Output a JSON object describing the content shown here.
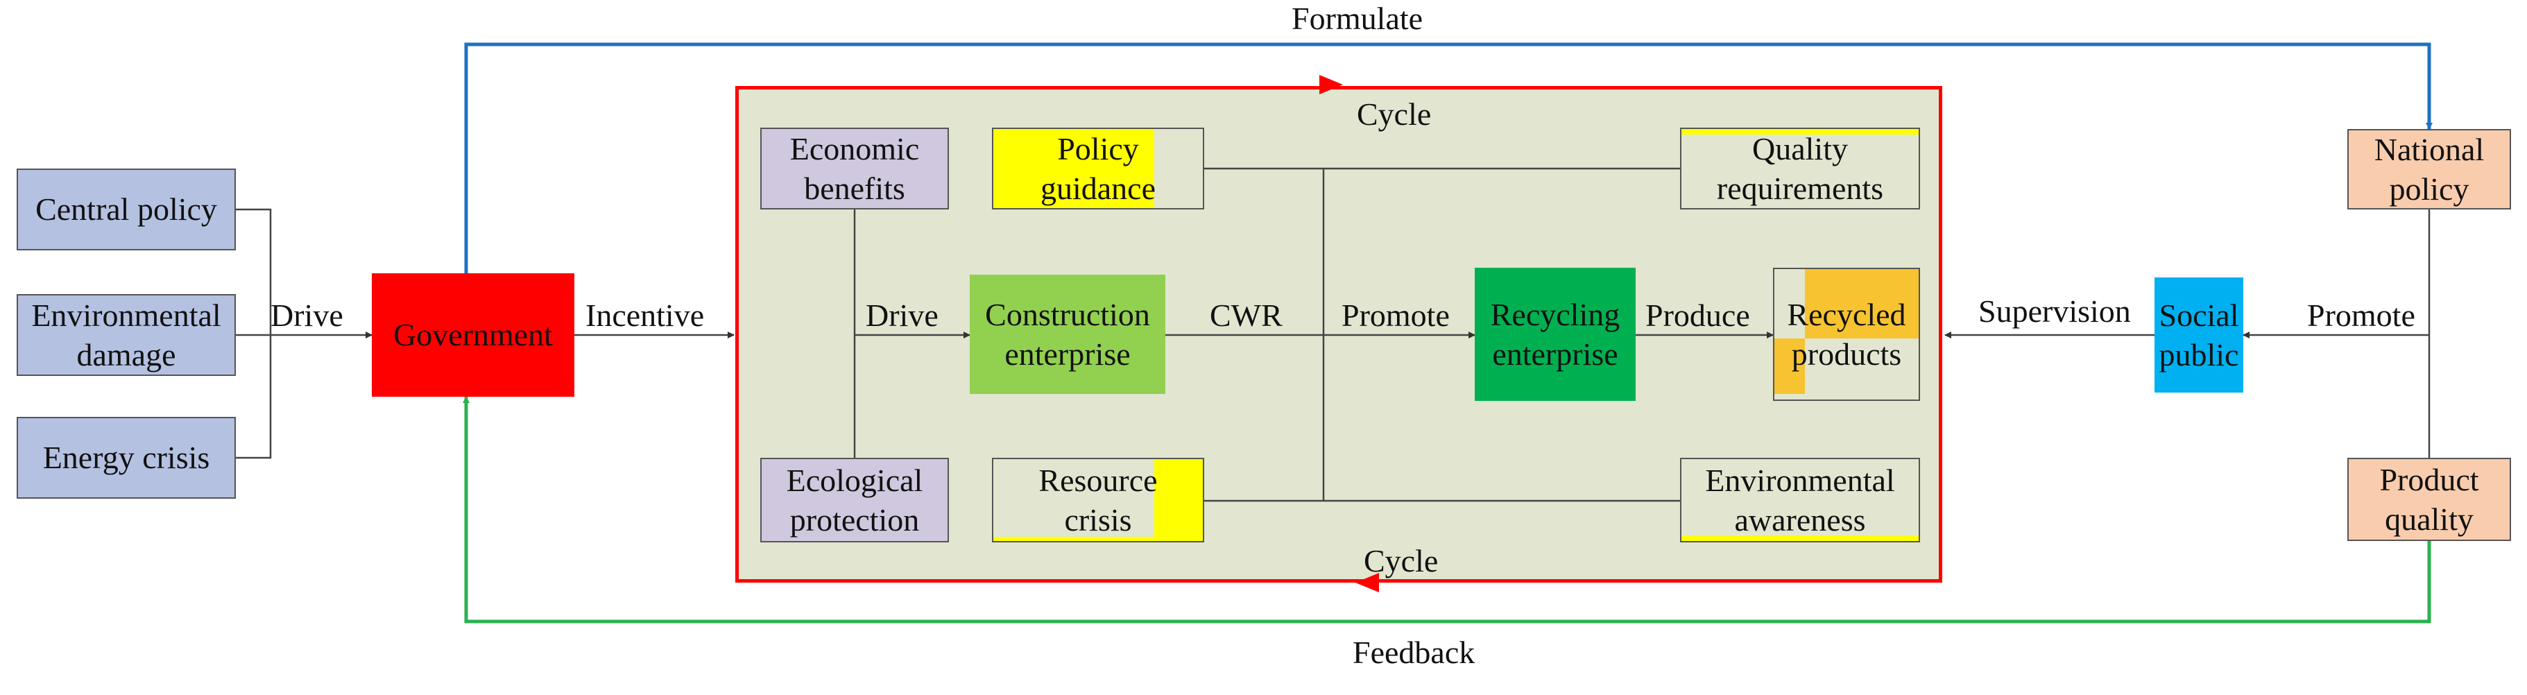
{
  "colors": {
    "lavender": "#B4C1E1",
    "purple": "#CFC8DE",
    "red": "#FF0000",
    "light_green": "#92D050",
    "green": "#00B050",
    "blue": "#00B0F0",
    "peach": "#F8CCAD",
    "olive_bg": "#E2E6D0",
    "yellow": "#FFFF00",
    "orange": "#F7C330",
    "arrow_blue": "#1F72C0",
    "arrow_green": "#2BB14E"
  },
  "boxes": {
    "central_policy": [
      "Central policy"
    ],
    "environmental_damage": [
      "Environmental",
      "damage"
    ],
    "energy_crisis": [
      "Energy crisis"
    ],
    "government": [
      "Government"
    ],
    "economic_benefits": [
      "Economic",
      "benefits"
    ],
    "ecological_protection": [
      "Ecological",
      "protection"
    ],
    "policy_guidance": [
      "Policy",
      "guidance"
    ],
    "resource_crisis": [
      "Resource",
      "crisis"
    ],
    "construction_enterprise": [
      "Construction",
      "enterprise"
    ],
    "recycling_enterprise": [
      "Recycling",
      "enterprise"
    ],
    "quality_requirements": [
      "Quality",
      "requirements"
    ],
    "environmental_awareness": [
      "Environmental",
      "awareness"
    ],
    "recycled_products": [
      "Recycled",
      "products"
    ],
    "national_policy": [
      "National",
      "policy"
    ],
    "social_public": [
      "Social",
      "public"
    ],
    "product_quality": [
      "Product",
      "quality"
    ]
  },
  "labels": {
    "formulate": "Formulate",
    "feedback": "Feedback",
    "cycle_top": "Cycle",
    "cycle_bottom": "Cycle",
    "drive_left": "Drive",
    "incentive": "Incentive",
    "drive_inner": "Drive",
    "cwr": "CWR",
    "promote_inner": "Promote",
    "produce": "Produce",
    "supervision": "Supervision",
    "promote_right": "Promote"
  }
}
